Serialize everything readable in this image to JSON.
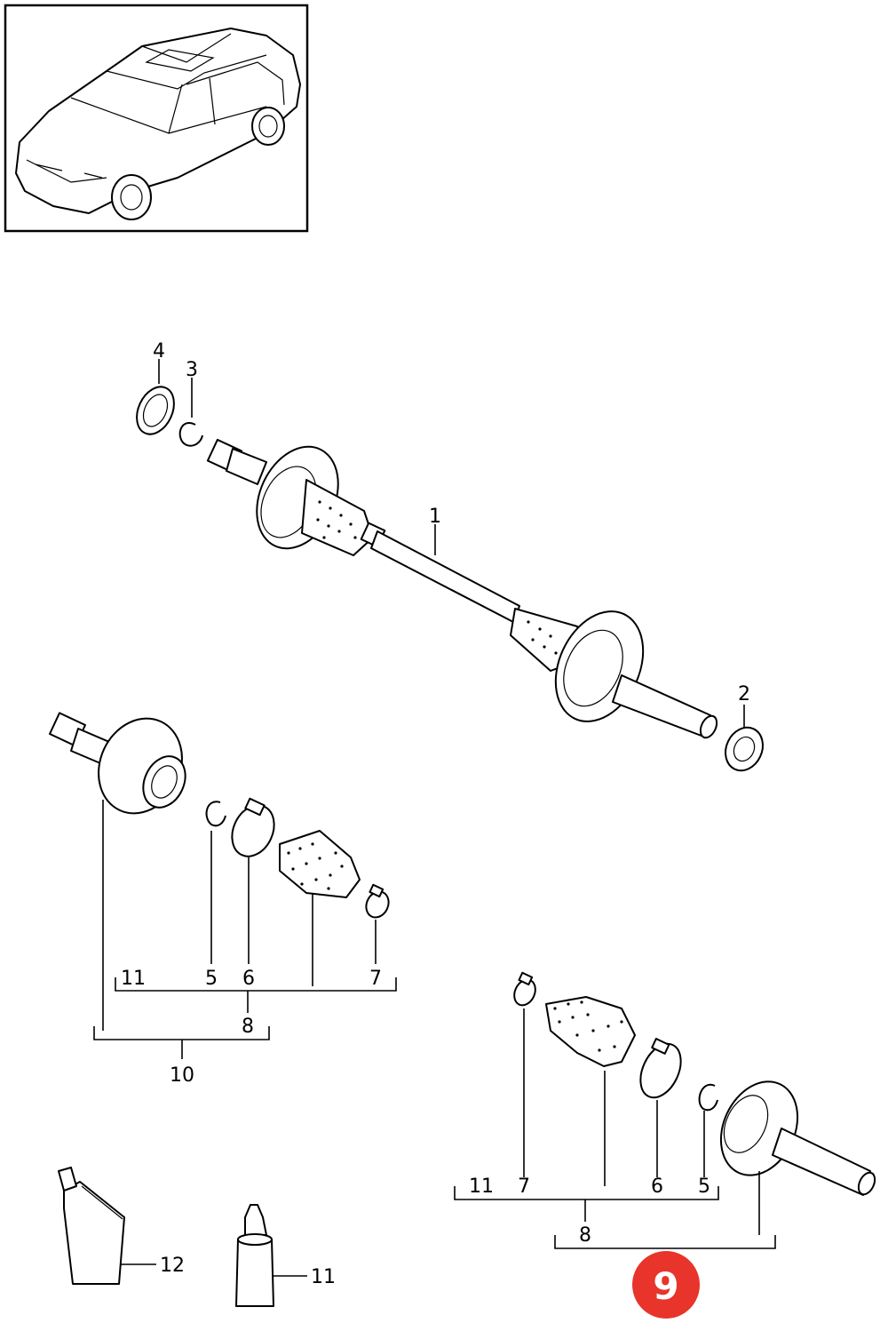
{
  "labels": {
    "p1": "1",
    "p2": "2",
    "p3": "3",
    "p4": "4",
    "a5": "5",
    "a6": "6",
    "a7": "7",
    "a8": "8",
    "a10": "10",
    "a11": "11",
    "b5": "5",
    "b6": "6",
    "b7": "7",
    "b8": "8",
    "b11": "11",
    "p12": "12",
    "p11": "11"
  },
  "badge": {
    "number": "9",
    "color": "#e8342b"
  },
  "icons": {
    "vehicle": "suv-side-view-icon",
    "drive_shaft": "drive-shaft-icon",
    "grease_tube": "grease-tube-icon",
    "sealant_bottle": "sealant-bottle-icon"
  }
}
